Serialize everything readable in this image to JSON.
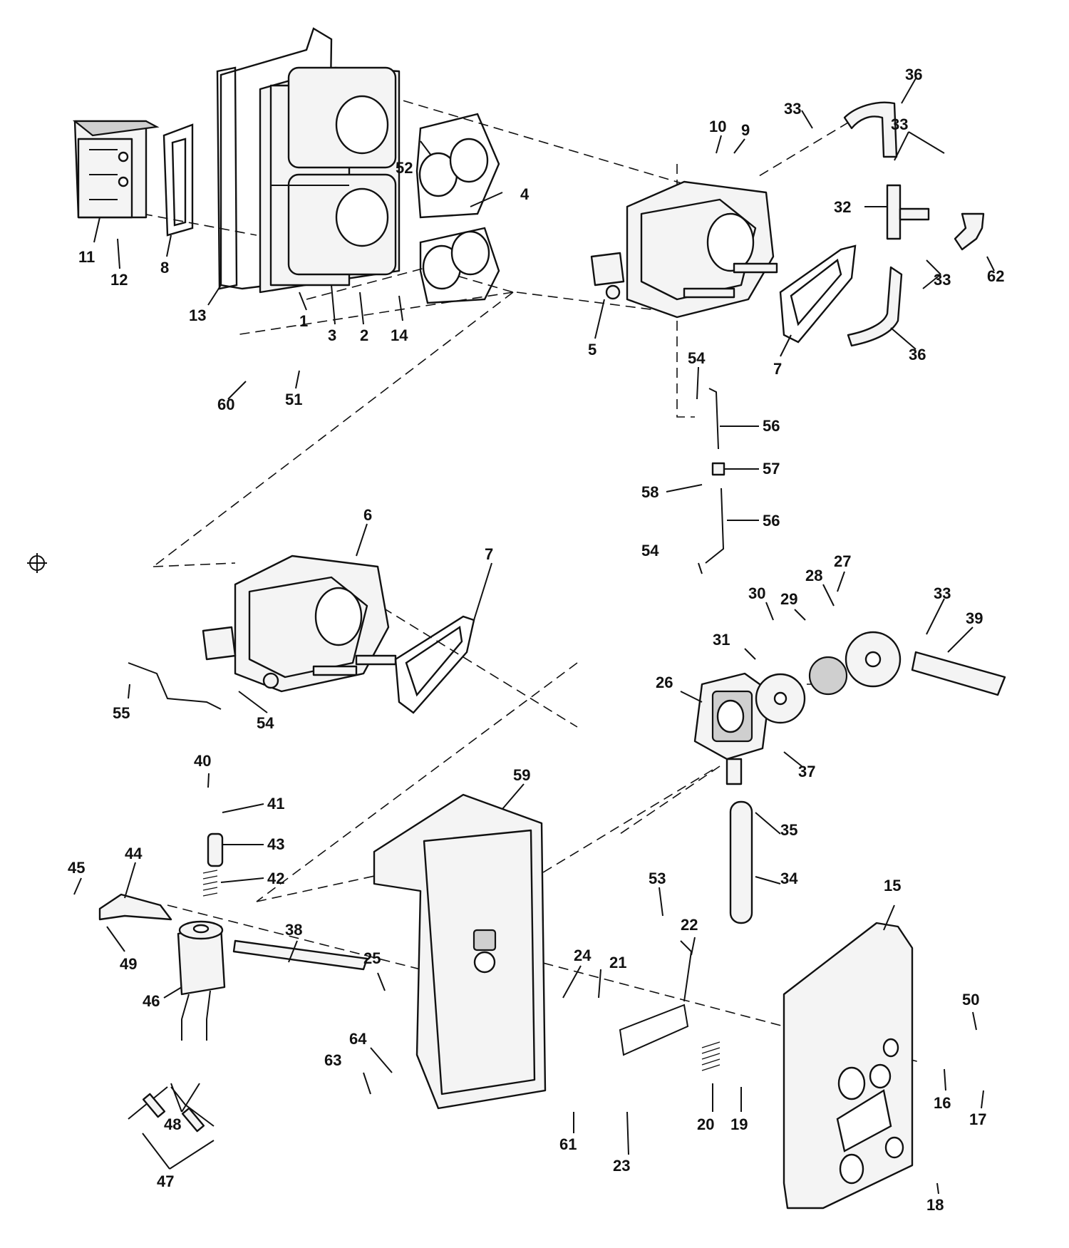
{
  "diagram": {
    "callouts": [
      {
        "label": "1"
      },
      {
        "label": "2"
      },
      {
        "label": "3"
      },
      {
        "label": "4"
      },
      {
        "label": "5"
      },
      {
        "label": "6"
      },
      {
        "label": "7"
      },
      {
        "label": "7"
      },
      {
        "label": "8"
      },
      {
        "label": "9"
      },
      {
        "label": "10"
      },
      {
        "label": "11"
      },
      {
        "label": "12"
      },
      {
        "label": "13"
      },
      {
        "label": "14"
      },
      {
        "label": "15"
      },
      {
        "label": "16"
      },
      {
        "label": "17"
      },
      {
        "label": "18"
      },
      {
        "label": "19"
      },
      {
        "label": "20"
      },
      {
        "label": "21"
      },
      {
        "label": "22"
      },
      {
        "label": "23"
      },
      {
        "label": "24"
      },
      {
        "label": "25"
      },
      {
        "label": "26"
      },
      {
        "label": "27"
      },
      {
        "label": "28"
      },
      {
        "label": "29"
      },
      {
        "label": "30"
      },
      {
        "label": "31"
      },
      {
        "label": "32"
      },
      {
        "label": "33"
      },
      {
        "label": "33"
      },
      {
        "label": "33"
      },
      {
        "label": "33"
      },
      {
        "label": "34"
      },
      {
        "label": "35"
      },
      {
        "label": "36"
      },
      {
        "label": "36"
      },
      {
        "label": "37"
      },
      {
        "label": "38"
      },
      {
        "label": "39"
      },
      {
        "label": "40"
      },
      {
        "label": "41"
      },
      {
        "label": "42"
      },
      {
        "label": "43"
      },
      {
        "label": "44"
      },
      {
        "label": "45"
      },
      {
        "label": "46"
      },
      {
        "label": "47"
      },
      {
        "label": "48"
      },
      {
        "label": "49"
      },
      {
        "label": "50"
      },
      {
        "label": "51"
      },
      {
        "label": "52"
      },
      {
        "label": "53"
      },
      {
        "label": "54"
      },
      {
        "label": "54"
      },
      {
        "label": "54"
      },
      {
        "label": "55"
      },
      {
        "label": "56"
      },
      {
        "label": "56"
      },
      {
        "label": "57"
      },
      {
        "label": "58"
      },
      {
        "label": "59"
      },
      {
        "label": "60"
      },
      {
        "label": "61"
      },
      {
        "label": "62"
      },
      {
        "label": "63"
      },
      {
        "label": "64"
      }
    ]
  }
}
